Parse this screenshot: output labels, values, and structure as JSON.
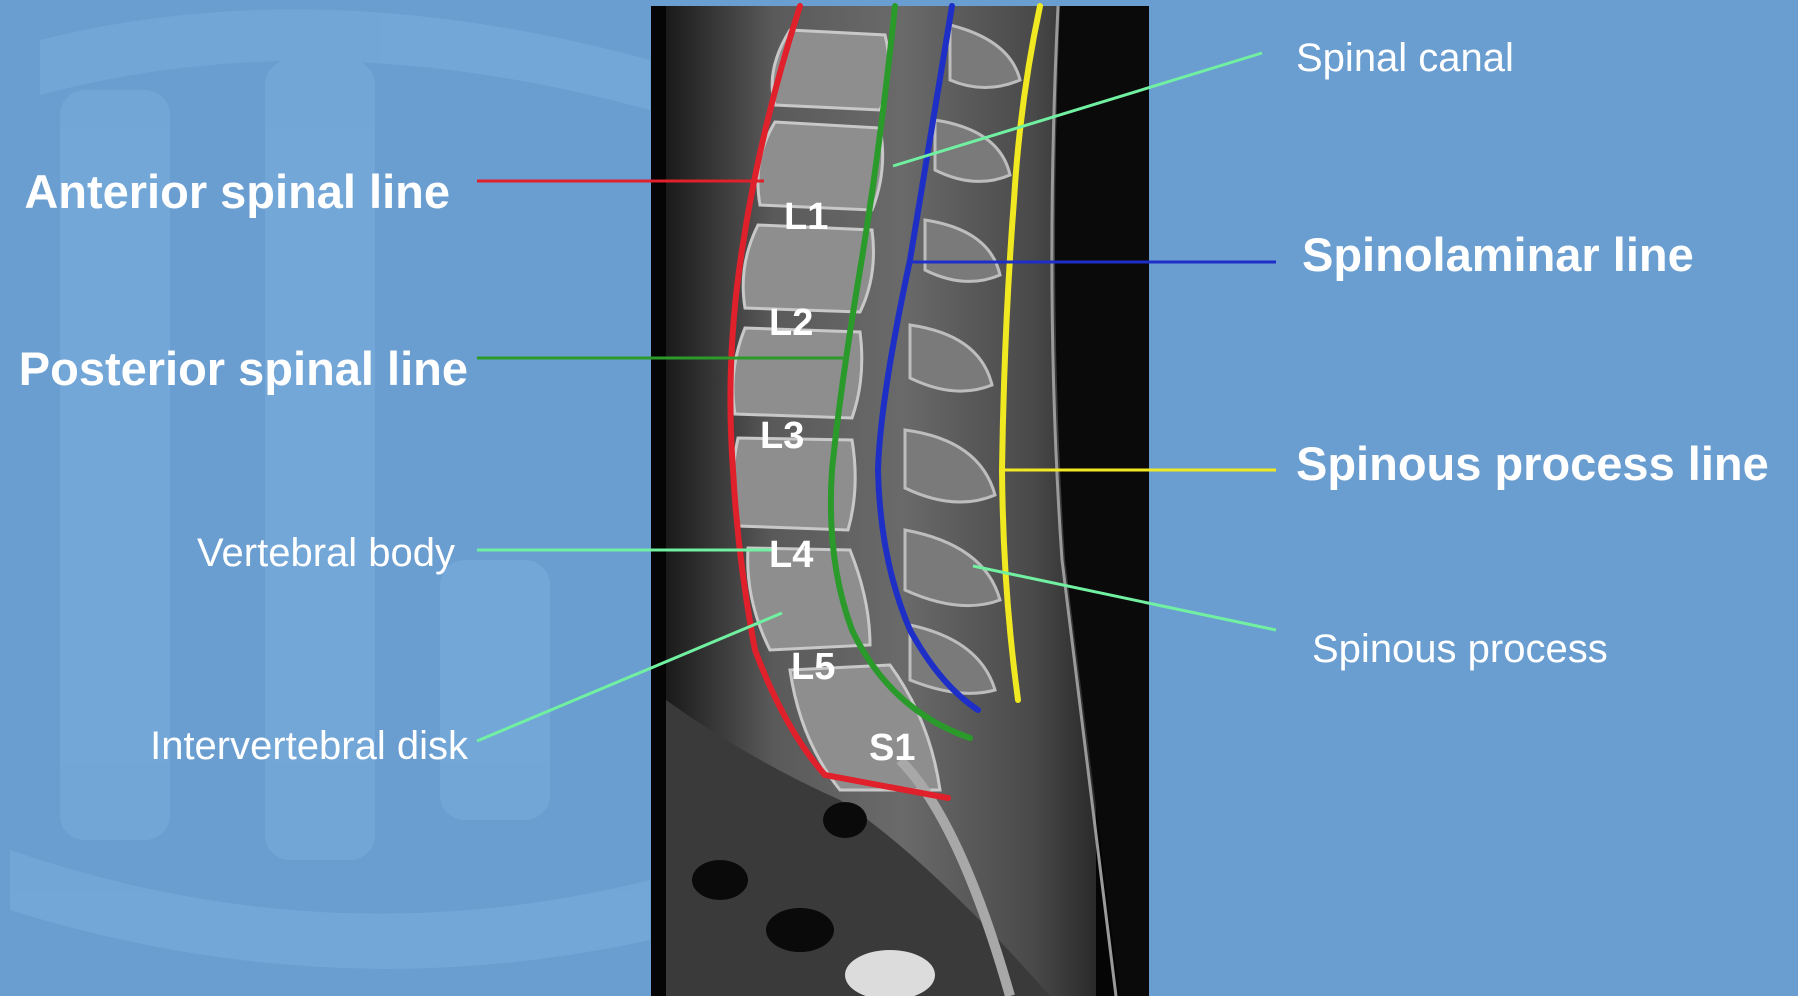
{
  "labels": {
    "anterior_spinal_line": "Anterior spinal line",
    "posterior_spinal_line": "Posterior spinal line",
    "vertebral_body": "Vertebral body",
    "intervertebral_disk": "Intervertebral disk",
    "spinal_canal": "Spinal canal",
    "spinolaminar_line": "Spinolaminar line",
    "spinous_process_line": "Spinous process line",
    "spinous_process": "Spinous process"
  },
  "vertebrae": {
    "l1": "L1",
    "l2": "L2",
    "l3": "L3",
    "l4": "L4",
    "l5": "L5",
    "s1": "S1"
  },
  "colors": {
    "background": "#6a9ed0",
    "anterior_line": "#e0202a",
    "posterior_line": "#2a9a2a",
    "spinolaminar_line": "#1e2fc8",
    "spinous_process_line": "#f0e820",
    "pointer": "#70f0a0"
  }
}
